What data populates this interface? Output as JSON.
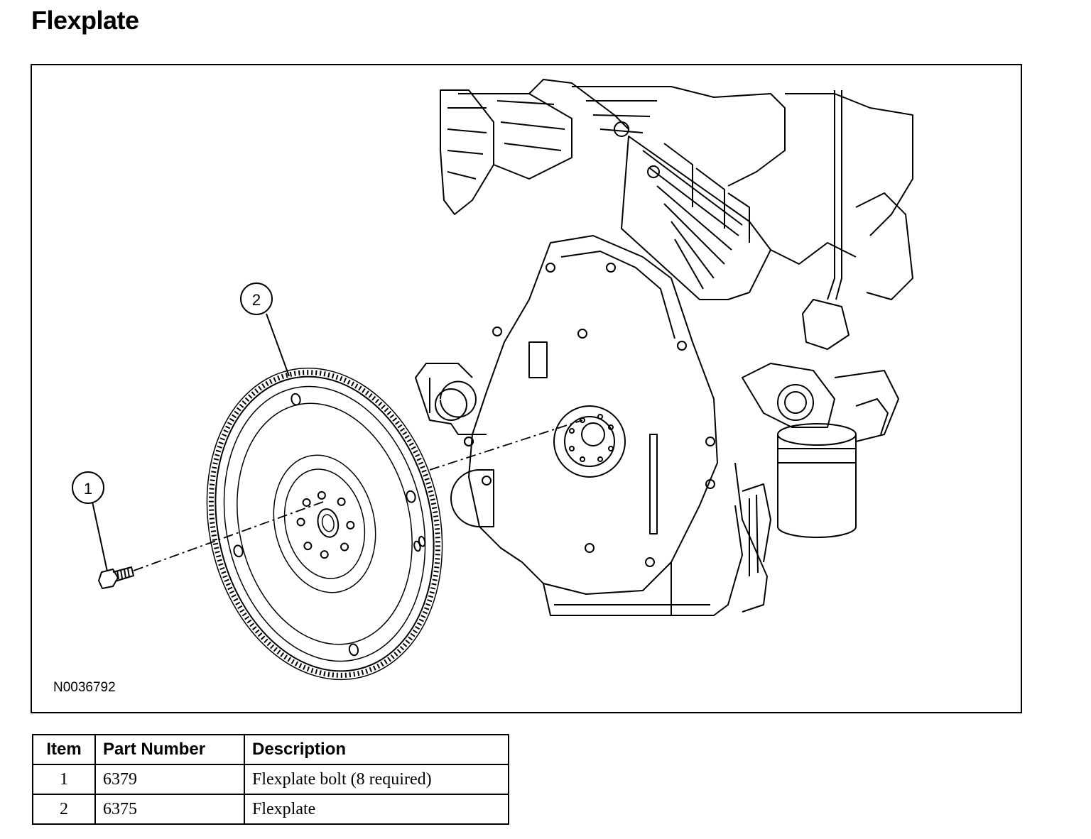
{
  "title": "Flexplate",
  "figure": {
    "id": "N0036792",
    "callouts": [
      "1",
      "2"
    ]
  },
  "table": {
    "headers": [
      "Item",
      "Part Number",
      "Description"
    ],
    "rows": [
      [
        "1",
        "6379",
        "Flexplate bolt (8 required)"
      ],
      [
        "2",
        "6375",
        "Flexplate"
      ]
    ]
  }
}
